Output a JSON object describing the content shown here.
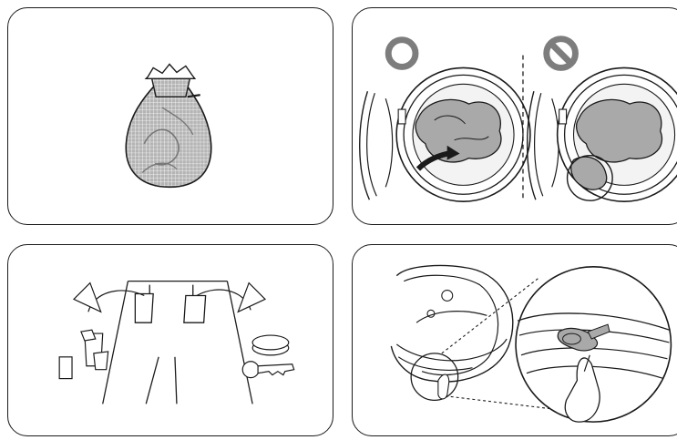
{
  "panels": [
    {
      "id": "laundry-net",
      "icon": "mesh-laundry-bag-icon"
    },
    {
      "id": "load-inside-drum",
      "icons": [
        "correct-circle-icon",
        "prohibited-circle-icon"
      ]
    },
    {
      "id": "empty-pockets",
      "icons": [
        "trousers-icon",
        "coin-icon",
        "key-icon",
        "tissue-icon",
        "card-icon"
      ]
    },
    {
      "id": "check-door-seal",
      "icons": [
        "door-gasket-icon",
        "magnifier-detail-icon",
        "hand-icon"
      ]
    }
  ],
  "colors": {
    "outline": "#1a1a1a",
    "fill_gray": "#a9a9a9",
    "mark_gray": "#7d7d7d",
    "background": "#ffffff"
  }
}
